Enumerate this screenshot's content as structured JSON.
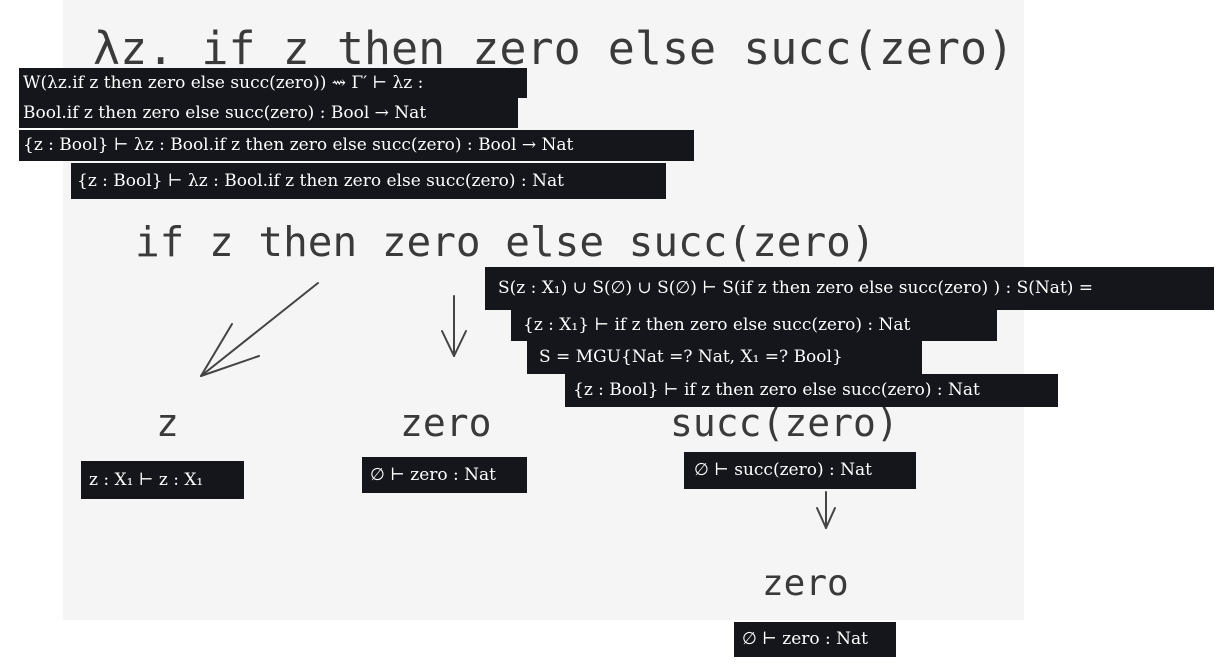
{
  "tree": {
    "root": "λz. if z then zero else succ(zero)",
    "if_node": "if z then zero else succ(zero)",
    "z_node": "z",
    "zero_node": "zero",
    "succ_node": "succ(zero)",
    "zero_leaf": "zero"
  },
  "judgments": {
    "w_line1": "W(λz.if z then zero else succ(zero)) ⇝ Γ′ ⊢ λz :",
    "w_line2": "Bool.if z then zero else succ(zero) : Bool → Nat",
    "w_line3": "{z : Bool} ⊢ λz : Bool.if z then zero else succ(zero) : Bool → Nat",
    "w_line4": "{z : Bool} ⊢ λz : Bool.if z then zero else succ(zero) : Nat",
    "if_line1": "S(z : X₁) ∪ S(∅) ∪ S(∅) ⊢ S(if z then zero else succ(zero) ) : S(Nat) =",
    "if_line2": "{z : X₁} ⊢ if z then zero else succ(zero) : Nat",
    "if_line3": "S = MGU{Nat =? Nat, X₁ =? Bool}",
    "if_line4": "{z : Bool} ⊢ if z then zero else succ(zero) : Nat",
    "z_judgment": "z : X₁ ⊢ z : X₁",
    "zero_judgment": "∅ ⊢ zero : Nat",
    "succ_judgment": "∅ ⊢ succ(zero) : Nat",
    "zero_leaf_judgment": "∅ ⊢ zero : Nat"
  }
}
